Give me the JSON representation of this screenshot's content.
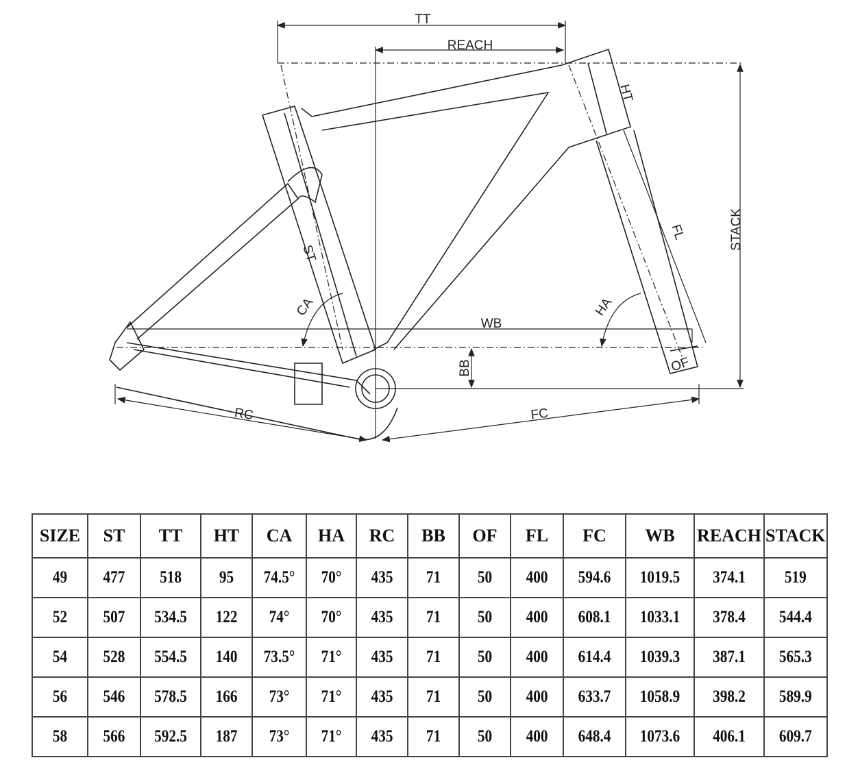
{
  "diagram": {
    "labels": {
      "tt": "TT",
      "reach": "REACH",
      "ht": "HT",
      "stack": "STACK",
      "fl": "FL",
      "st": "ST",
      "ca": "CA",
      "ha": "HA",
      "wb": "WB",
      "bb": "BB",
      "of": "OF",
      "rc": "RC",
      "fc": "FC"
    }
  },
  "table": {
    "headers": [
      "SIZE",
      "ST",
      "TT",
      "HT",
      "CA",
      "HA",
      "RC",
      "BB",
      "OF",
      "FL",
      "FC",
      "WB",
      "REACH",
      "STACK"
    ],
    "rows": [
      [
        "49",
        "477",
        "518",
        "95",
        "74.5°",
        "70°",
        "435",
        "71",
        "50",
        "400",
        "594.6",
        "1019.5",
        "374.1",
        "519"
      ],
      [
        "52",
        "507",
        "534.5",
        "122",
        "74°",
        "70°",
        "435",
        "71",
        "50",
        "400",
        "608.1",
        "1033.1",
        "378.4",
        "544.4"
      ],
      [
        "54",
        "528",
        "554.5",
        "140",
        "73.5°",
        "71°",
        "435",
        "71",
        "50",
        "400",
        "614.4",
        "1039.3",
        "387.1",
        "565.3"
      ],
      [
        "56",
        "546",
        "578.5",
        "166",
        "73°",
        "71°",
        "435",
        "71",
        "50",
        "400",
        "633.7",
        "1058.9",
        "398.2",
        "589.9"
      ],
      [
        "58",
        "566",
        "592.5",
        "187",
        "73°",
        "71°",
        "435",
        "71",
        "50",
        "400",
        "648.4",
        "1073.6",
        "406.1",
        "609.7"
      ]
    ]
  }
}
